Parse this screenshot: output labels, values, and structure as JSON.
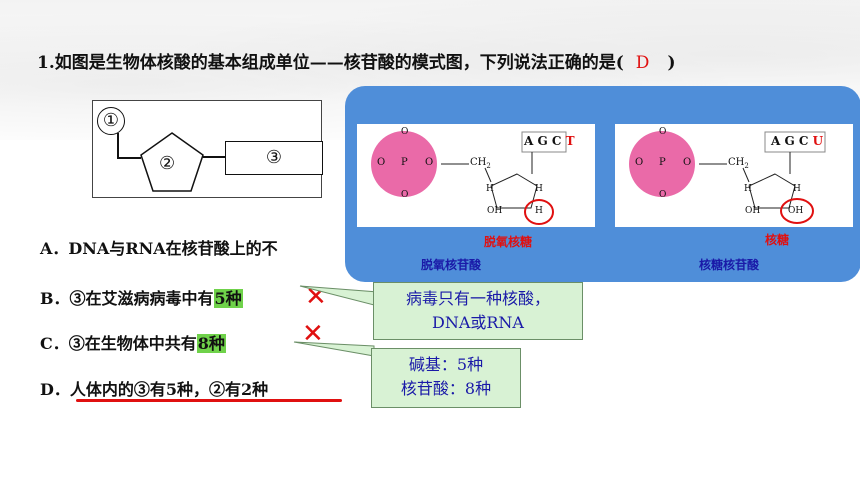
{
  "question": {
    "text": "1.如图是生物体核酸的基本组成单位——核苷酸的模式图，下列说法正确的是(",
    "answer": "D",
    "close": ")"
  },
  "schematic": {
    "label_1": "①",
    "label_2": "②",
    "label_3": "③"
  },
  "options": {
    "a": "A．DNA与RNA在核苷酸上的不",
    "b_prefix": "B．③在艾滋病病毒中有",
    "b_highlight": "5种",
    "c_prefix": "C．③在生物体中共有",
    "c_highlight": "8种",
    "d": "D．人体内的③有5种，②有2种"
  },
  "marks": {
    "cross_b": "✕",
    "cross_c": "✕"
  },
  "notes": {
    "virus_line1": "病毒只有一种核酸，",
    "virus_line2": "DNA或RNA",
    "base_line1": "碱基：5种",
    "base_line2": "核苷酸：8种"
  },
  "panel": {
    "left": {
      "bases": "A G C ",
      "special_base": "T",
      "sugar_label": "脱氧核糖",
      "caption": "脱氧核苷酸",
      "ring_bottom_right": "H"
    },
    "right": {
      "bases": "A G C ",
      "special_base": "U",
      "sugar_label": "核糖",
      "caption": "核糖核苷酸",
      "ring_bottom_right": "OH"
    },
    "phosphate": {
      "o_top": "O",
      "o_bottom": "O",
      "o_left": "O",
      "p": "P",
      "o_right": "O",
      "ch2": "CH",
      "sub2": "2",
      "h": "H",
      "oh": "OH"
    }
  },
  "colors": {
    "panel_blue": "#4f8ed9",
    "answer_red": "#e01010",
    "highlight_green": "#6fd24a",
    "note_green": "#d8f2d4",
    "note_text": "#1a1aa8",
    "phosphate_pink": "#ea6aa8"
  }
}
